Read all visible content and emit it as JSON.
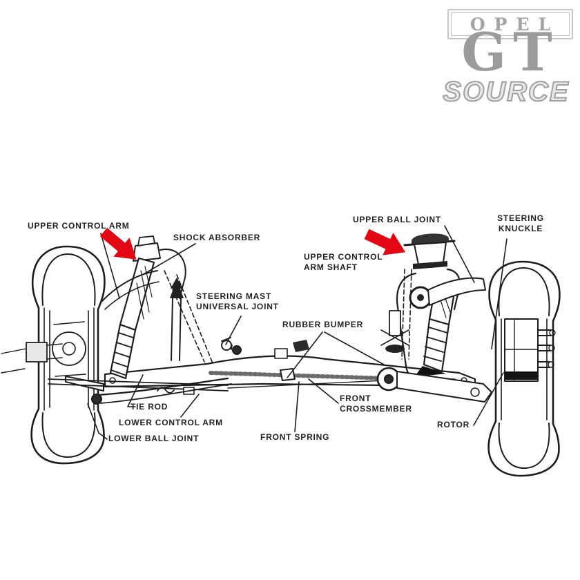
{
  "logo": {
    "opel": "OPEL",
    "gt": "GT",
    "source": "SOURCE"
  },
  "colors": {
    "arrow_red": "#e30613",
    "ink": "#1c1c1c",
    "logo_gray": "#9b9b9b"
  },
  "diagram": {
    "labels": [
      {
        "id": "upper-control-arm",
        "text": "UPPER CONTROL ARM"
      },
      {
        "id": "shock-absorber",
        "text": "SHOCK ABSORBER"
      },
      {
        "id": "steering-mast-universal-joint",
        "text": "STEERING MAST\nUNIVERSAL JOINT"
      },
      {
        "id": "rubber-bumper",
        "text": "RUBBER BUMPER"
      },
      {
        "id": "upper-ball-joint",
        "text": "UPPER BALL JOINT"
      },
      {
        "id": "upper-control-arm-shaft",
        "text": "UPPER CONTROL\nARM SHAFT"
      },
      {
        "id": "steering-knuckle",
        "text": "STEERING\nKNUCKLE"
      },
      {
        "id": "tie-rod",
        "text": "TIE ROD"
      },
      {
        "id": "lower-control-arm",
        "text": "LOWER CONTROL ARM"
      },
      {
        "id": "lower-ball-joint",
        "text": "LOWER BALL JOINT"
      },
      {
        "id": "front-spring",
        "text": "FRONT SPRING"
      },
      {
        "id": "front-crossmember",
        "text": "FRONT\nCROSSMEMBER"
      },
      {
        "id": "rotor",
        "text": "ROTOR"
      }
    ]
  }
}
